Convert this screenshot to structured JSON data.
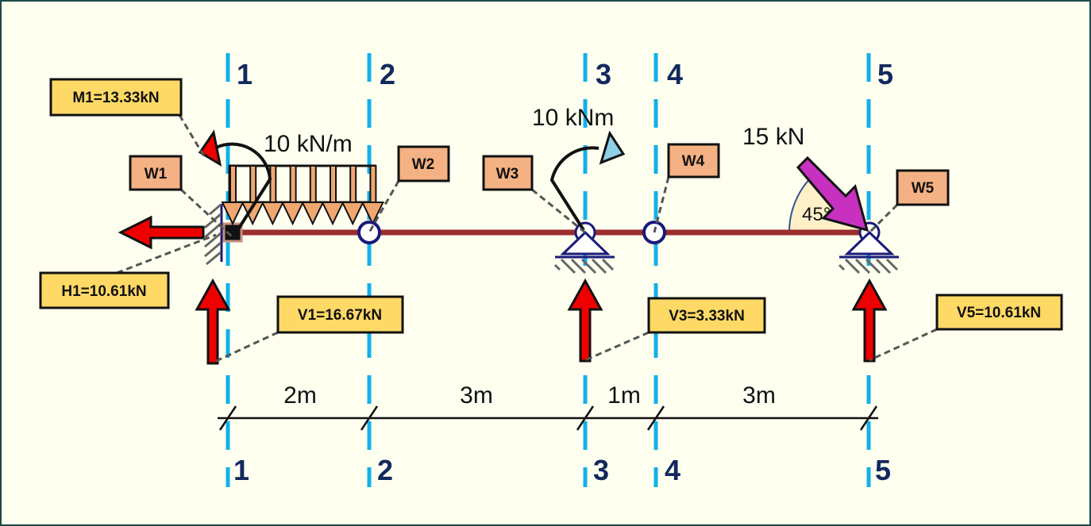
{
  "sections": {
    "top": [
      "1",
      "2",
      "3",
      "4",
      "5"
    ],
    "bottom": [
      "1",
      "2",
      "3",
      "4",
      "5"
    ]
  },
  "loads": {
    "distributed": "10 kN/m",
    "moment": "10 kNm",
    "point_force": "15 kN",
    "angle": "45°"
  },
  "reactions": {
    "M1": "M1=13.33kN",
    "H1": "H1=10.61kN",
    "V1": "V1=16.67kN",
    "V3": "V3=3.33kN",
    "V5": "V5=10.61kN"
  },
  "nodes": {
    "W1": "W1",
    "W2": "W2",
    "W3": "W3",
    "W4": "W4",
    "W5": "W5"
  },
  "dimensions": [
    "2m",
    "3m",
    "1m",
    "3m"
  ],
  "colors": {
    "background": "#FFFFF0",
    "beam": "#9B2D2D",
    "section_lines": "#12B0EA",
    "reaction_arrows": "#EE0000",
    "load": "#F0A870",
    "point_force": "#C830C0",
    "moment_arrow": "#8ED0E8",
    "result_box": "#FFD966",
    "node_box": "#F4B183"
  }
}
